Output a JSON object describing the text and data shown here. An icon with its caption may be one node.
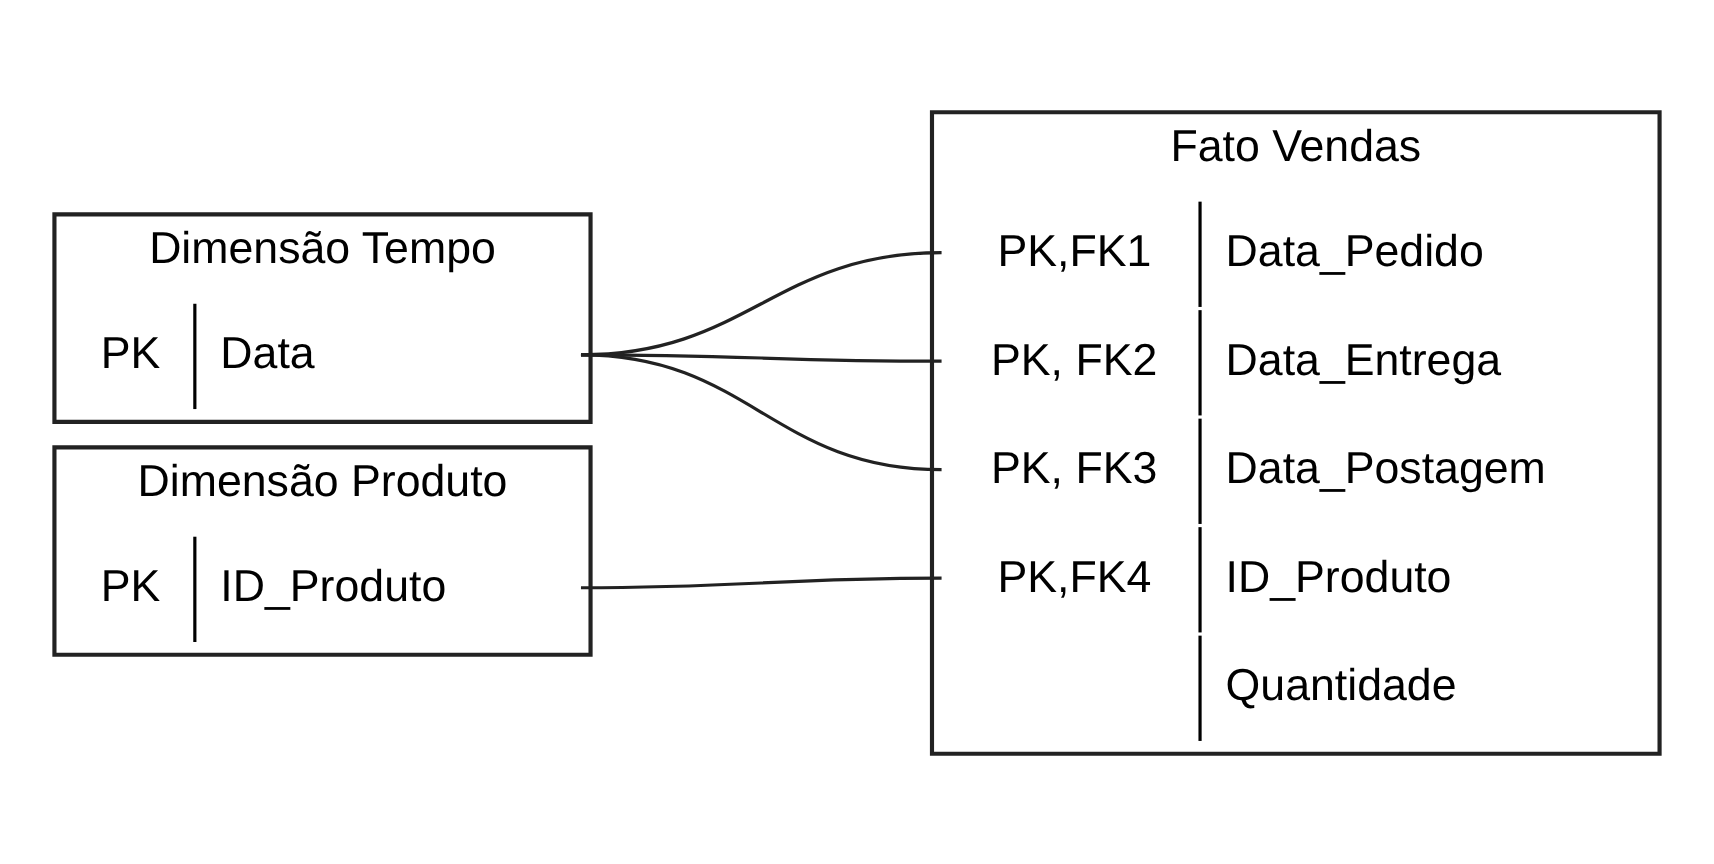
{
  "diagram": {
    "nodes": [
      {
        "text": [
          "Dimensão Tempo"
        ]
      },
      {
        "text": [
          "PK",
          "Data"
        ],
        "in": 0
      },
      {
        "text": [
          "Dimensão Produto"
        ]
      },
      {
        "text": [
          "PK",
          "ID_Produto"
        ],
        "in": 2
      },
      {
        "text": [
          "Fato Vendas"
        ]
      },
      {
        "text": [
          "PK,FK1",
          "Data_Pedido"
        ],
        "in": 4
      },
      {
        "text": [
          "PK, FK2",
          "Data_Entrega"
        ],
        "in": 4
      },
      {
        "text": [
          "PK, FK3",
          "Data_Postagem"
        ],
        "in": 4
      },
      {
        "text": [
          "PK,FK4",
          "ID_Produto"
        ],
        "in": 4
      },
      {
        "text": [
          "Quantidade"
        ],
        "in": 4
      }
    ],
    "edges": [
      {
        "from": 1,
        "to": 5,
        "arrow": "none"
      },
      {
        "from": 1,
        "to": 6,
        "arrow": "none"
      },
      {
        "from": 1,
        "to": 7,
        "arrow": "none"
      },
      {
        "from": 3,
        "to": 8,
        "arrow": "none"
      }
    ]
  }
}
